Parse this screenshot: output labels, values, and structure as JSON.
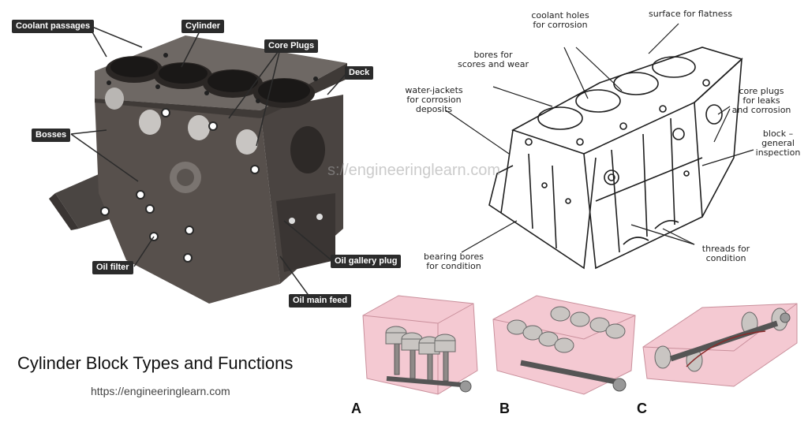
{
  "photo_callouts": {
    "coolant_passages": "Coolant passages",
    "cylinder": "Cylinder",
    "core_plugs": "Core Plugs",
    "deck": "Deck",
    "bosses": "Bosses",
    "oil_filter": "Oil filter",
    "oil_gallery_plug": "Oil gallery plug",
    "oil_main_feed": "Oil main feed"
  },
  "sketch_labels": {
    "coolant_holes": [
      "coolant holes",
      "for corrosion"
    ],
    "surface_flatness": [
      "surface for flatness"
    ],
    "bores_scores": [
      "bores for",
      "scores and wear"
    ],
    "water_jackets": [
      "water-jackets",
      "for corrosion",
      "deposits"
    ],
    "core_plugs": [
      "core plugs",
      "for leaks",
      "and corrosion"
    ],
    "block_general": [
      "block –",
      "general",
      "inspection"
    ],
    "bearing_bores": [
      "bearing bores",
      "for condition"
    ],
    "threads": [
      "threads for",
      "condition"
    ]
  },
  "watermark": "s://engineeringlearn.com",
  "title": "Cylinder Block Types and Functions",
  "url": "https://engineeringlearn.com",
  "engine_types": [
    "A",
    "B",
    "C"
  ]
}
